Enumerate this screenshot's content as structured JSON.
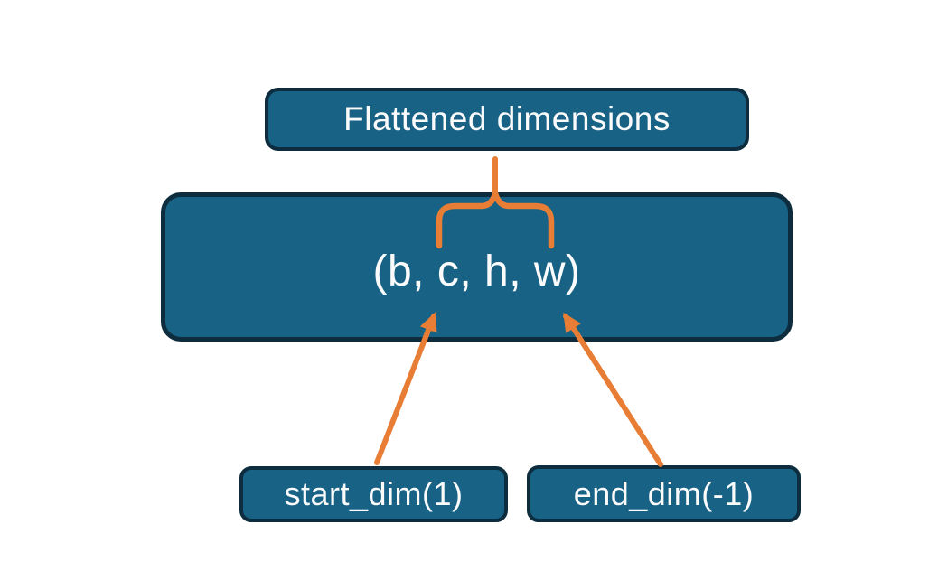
{
  "diagram": {
    "nodes": {
      "flattened": {
        "label": "Flattened dimensions"
      },
      "tensor": {
        "label": "(b, c, h, w)"
      },
      "start_dim": {
        "label": "start_dim(1)"
      },
      "end_dim": {
        "label": "end_dim(-1)"
      }
    },
    "connectors": [
      {
        "type": "brace-with-stem",
        "from": "flattened",
        "to": "tensor",
        "note": "brace spans the c..w portion of (b, c, h, w)"
      },
      {
        "type": "arrow",
        "from": "start_dim",
        "to": "tensor",
        "points_at": "c"
      },
      {
        "type": "arrow",
        "from": "end_dim",
        "to": "tensor",
        "points_at": "w"
      }
    ],
    "colors": {
      "node_fill": "#176285",
      "node_border": "#0d2c3d",
      "accent_orange": "#e87e35",
      "text": "#fbfbfb",
      "background": "#ffffff"
    }
  }
}
